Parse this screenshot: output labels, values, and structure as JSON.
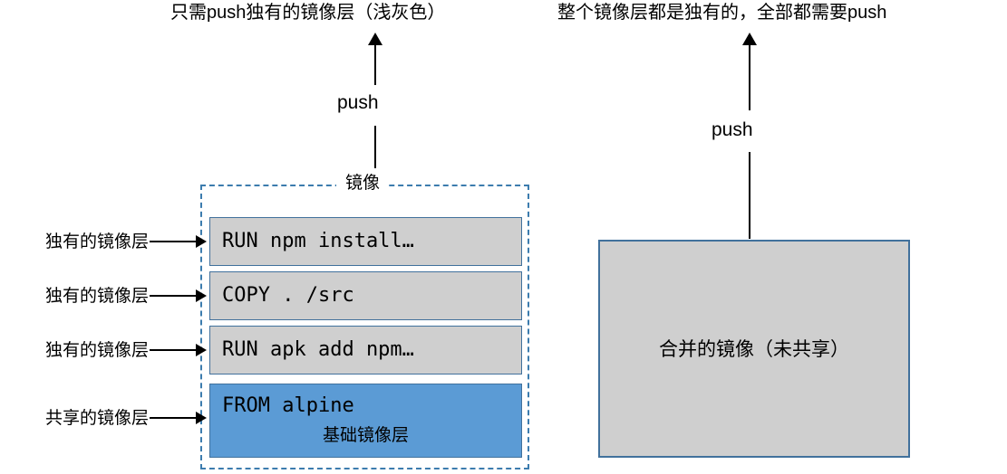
{
  "headings": {
    "left": "只需push独有的镜像层（浅灰色）",
    "right": "整个镜像层都是独有的，全部都需要push"
  },
  "arrows": {
    "left_push_label": "push",
    "right_push_label": "push"
  },
  "image_container": {
    "label": "镜像",
    "layers": [
      {
        "command": "RUN npm install…",
        "kind": "unique"
      },
      {
        "command": "COPY . /src",
        "kind": "unique"
      },
      {
        "command": "RUN apk add npm…",
        "kind": "unique"
      },
      {
        "command": "FROM alpine",
        "kind": "base",
        "caption": "基础镜像层"
      }
    ]
  },
  "side_labels": [
    "独有的镜像层",
    "独有的镜像层",
    "独有的镜像层",
    "共享的镜像层"
  ],
  "merged_box": {
    "label": "合并的镜像（未共享）"
  },
  "colors": {
    "base_layer_fill": "#5B9BD5",
    "unique_layer_fill": "#CFCFCF",
    "layer_border": "#41719C",
    "dashed_border": "#3C7CAE",
    "text": "#000000",
    "background": "#FFFFFF"
  }
}
